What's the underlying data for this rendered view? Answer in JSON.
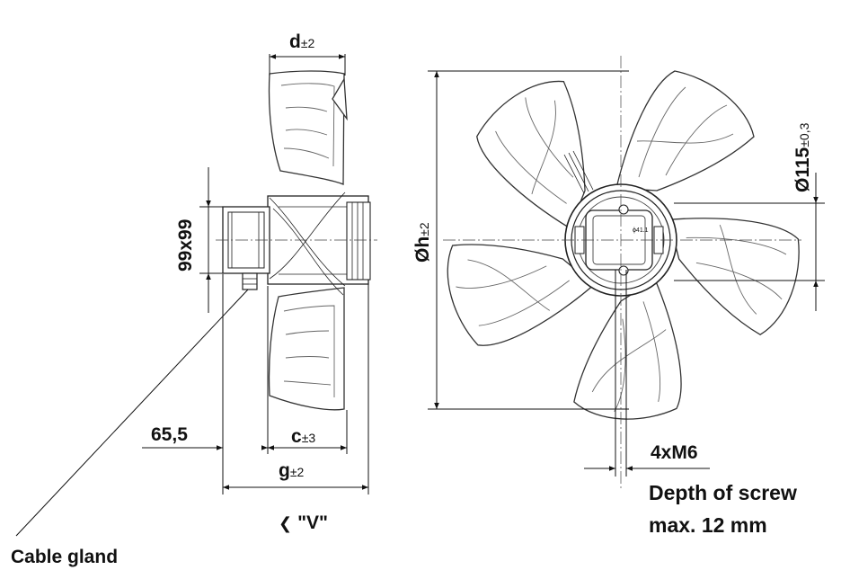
{
  "labels": {
    "d": "d",
    "d_tol": "±2",
    "square": "99x99",
    "offset": "65,5",
    "c": "c",
    "c_tol": "±3",
    "g": "g",
    "g_tol": "±2",
    "view": "\"V\"",
    "view_arrow": "❮",
    "cable_gland": "Cable gland",
    "h": "Øh",
    "h_tol": "±2",
    "hub": "Ø115",
    "hub_tol": "±0,3",
    "screws": "4xM6",
    "depth_line1": "Depth of screw",
    "depth_line2": "max. 12 mm",
    "hub_mark": "ϕ41.1"
  }
}
